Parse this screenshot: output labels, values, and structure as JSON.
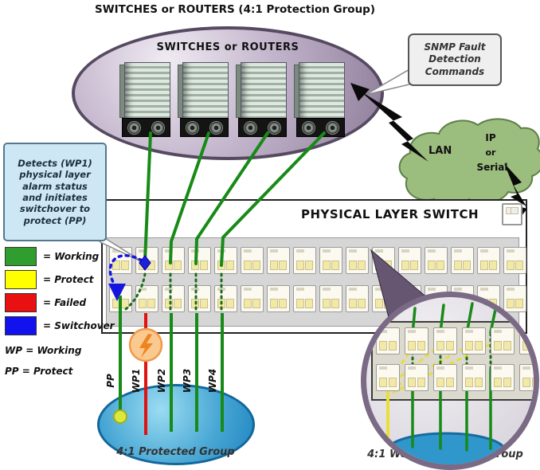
{
  "title": "SWITCHES or ROUTERS (4:1 Protection Group)",
  "router_group": {
    "label": "SWITCHES or ROUTERS",
    "router_count": 4
  },
  "snmp_callout": {
    "text": "SNMP Fault\nDetection\nCommands"
  },
  "cloud": {
    "lan": "LAN",
    "ip": "IP",
    "or": "or",
    "serial": "Serial"
  },
  "detects_callout": {
    "text": "Detects (WP1)\nphysical layer\nalarm status\nand initiates\nswitchover to\nprotect (PP)"
  },
  "legend": {
    "items": [
      {
        "label": "= Working",
        "color": "#2f9e2f"
      },
      {
        "label": "= Protect",
        "color": "#ffff00"
      },
      {
        "label": "= Failed",
        "color": "#e81010"
      },
      {
        "label": "= Switchover",
        "color": "#1212ee"
      }
    ],
    "abbreviations": [
      "WP = Working",
      "PP  = Protect"
    ]
  },
  "switch_panel": {
    "title": "PHYSICAL LAYER SWITCH",
    "ports_per_row": 16
  },
  "links": {
    "labels": [
      "PP",
      "WP1",
      "WP2",
      "WP3",
      "WP4"
    ]
  },
  "protected_group": {
    "label": "4:1 Protected Group"
  },
  "magnifier": {
    "label": "4:1 Working/Protect Group",
    "ports_per_row": 6
  }
}
